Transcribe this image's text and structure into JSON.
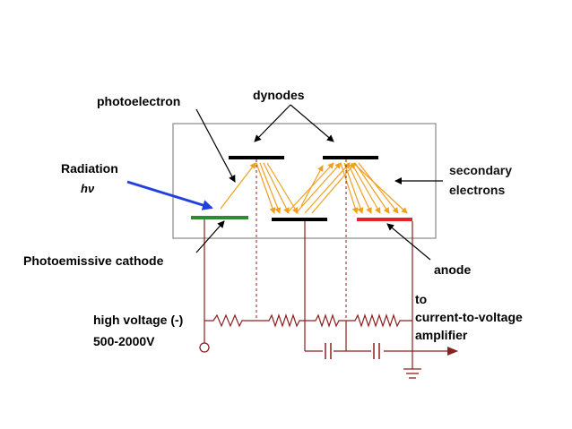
{
  "labels": {
    "photoelectron": "photoelectron",
    "dynodes": "dynodes",
    "radiation": "Radiation",
    "hv": "hν",
    "secondary_line1": "secondary",
    "secondary_line2": "electrons",
    "photoemissive_cathode": "Photoemissive cathode",
    "anode": "anode",
    "to": "to",
    "current_to_voltage": "current-to-voltage",
    "amplifier": "amplifier",
    "high_voltage": "high voltage (-)",
    "voltage_range": "500-2000V"
  },
  "colors": {
    "box_stroke": "#888888",
    "cathode": "#2e8b2e",
    "dynode": "#000000",
    "anode": "#e8202a",
    "electron_arrows": "#f0a020",
    "radiation_arrow": "#2040e0",
    "circuit": "#8b2020",
    "pointer": "#000000"
  },
  "icons": {
    "ground": "ground-symbol-icon",
    "terminal": "terminal-circle-icon",
    "capacitor": "capacitor-icon",
    "resistor": "resistor-icon"
  }
}
